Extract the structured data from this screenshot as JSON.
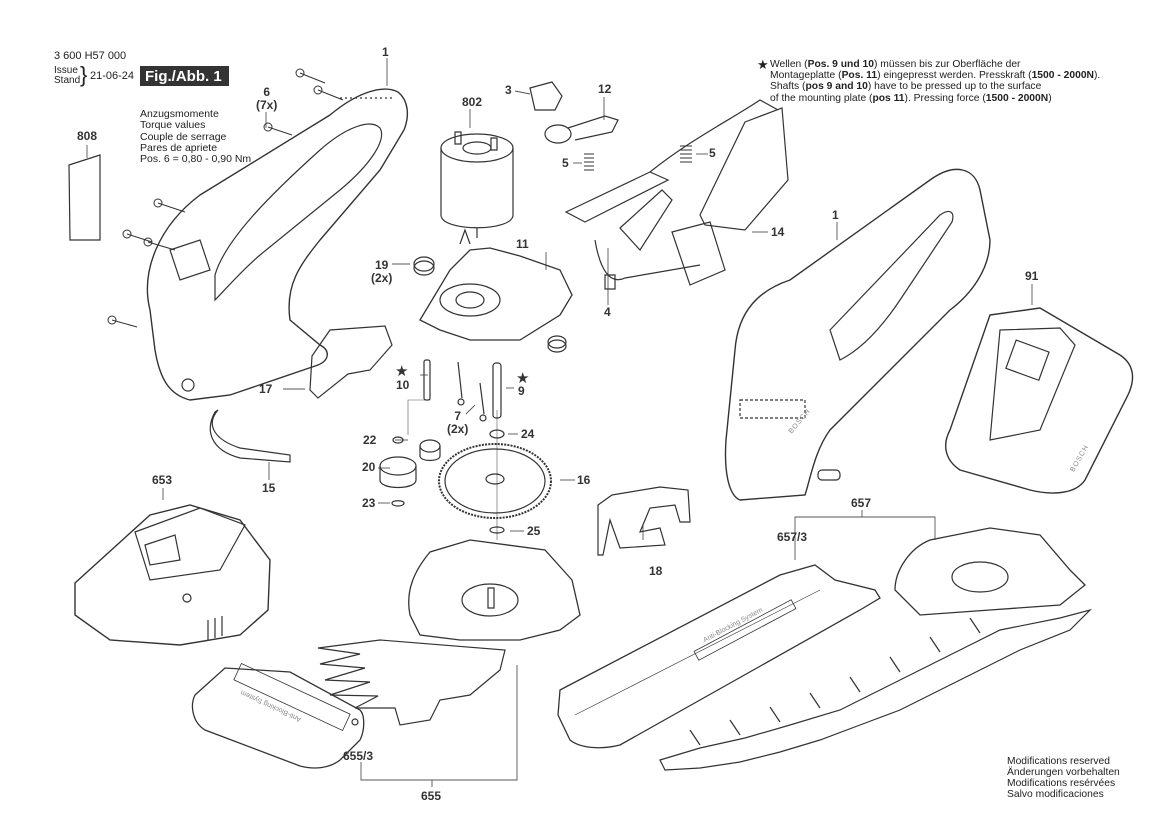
{
  "header": {
    "document_number": "3 600 H57 000",
    "issue_label_en": "Issue",
    "issue_label_de": "Stand",
    "issue_date": "21-06-24",
    "figure_label": "Fig./Abb. 1"
  },
  "torque": {
    "lines": [
      "Anzugsmomente",
      "Torque values",
      "Couple de serrage",
      "Pares de apriete",
      "Pos. 6   = 0,80 - 0,90 Nm"
    ]
  },
  "note": {
    "star_symbol": "★",
    "lines": [
      "Wellen (Pos. 9 und 10) müssen bis zur Oberfläche der",
      "Montageplatte (Pos. 11) eingepresst werden. Presskraft (1500 - 2000N).",
      "Shafts (pos 9 and 10) have to be pressed up to the surface",
      "of the mounting plate (pos 11). Pressing force (1500 - 2000N)"
    ]
  },
  "footer": {
    "lines": [
      "Modifications reserved",
      "Änderungen vorbehalten",
      "Modifications resérvées",
      "Salvo modificaciones"
    ]
  },
  "parts": [
    {
      "id": "p1a",
      "number": "1",
      "qty": ""
    },
    {
      "id": "p1b",
      "number": "1",
      "qty": ""
    },
    {
      "id": "p3",
      "number": "3",
      "qty": ""
    },
    {
      "id": "p4",
      "number": "4",
      "qty": ""
    },
    {
      "id": "p5a",
      "number": "5",
      "qty": ""
    },
    {
      "id": "p5b",
      "number": "5",
      "qty": ""
    },
    {
      "id": "p6",
      "number": "6",
      "qty": "(7x)"
    },
    {
      "id": "p7",
      "number": "7",
      "qty": "(2x)"
    },
    {
      "id": "p9",
      "number": "9",
      "qty": "",
      "starred": true
    },
    {
      "id": "p10",
      "number": "10",
      "qty": "",
      "starred": true
    },
    {
      "id": "p11",
      "number": "11",
      "qty": ""
    },
    {
      "id": "p12",
      "number": "12",
      "qty": ""
    },
    {
      "id": "p14",
      "number": "14",
      "qty": ""
    },
    {
      "id": "p15",
      "number": "15",
      "qty": ""
    },
    {
      "id": "p16",
      "number": "16",
      "qty": ""
    },
    {
      "id": "p17",
      "number": "17",
      "qty": ""
    },
    {
      "id": "p18",
      "number": "18",
      "qty": ""
    },
    {
      "id": "p19",
      "number": "19",
      "qty": "(2x)"
    },
    {
      "id": "p20",
      "number": "20",
      "qty": ""
    },
    {
      "id": "p22",
      "number": "22",
      "qty": ""
    },
    {
      "id": "p23",
      "number": "23",
      "qty": ""
    },
    {
      "id": "p24",
      "number": "24",
      "qty": ""
    },
    {
      "id": "p25",
      "number": "25",
      "qty": ""
    },
    {
      "id": "p91",
      "number": "91",
      "qty": ""
    },
    {
      "id": "p653",
      "number": "653",
      "qty": ""
    },
    {
      "id": "p655",
      "number": "655",
      "qty": ""
    },
    {
      "id": "p655_3",
      "number": "655/3",
      "qty": ""
    },
    {
      "id": "p657",
      "number": "657",
      "qty": ""
    },
    {
      "id": "p657_3",
      "number": "657/3",
      "qty": ""
    },
    {
      "id": "p802",
      "number": "802",
      "qty": ""
    },
    {
      "id": "p808",
      "number": "808",
      "qty": ""
    }
  ],
  "imprints": {
    "brand": "BOSCH",
    "guard_text": "Anti-Blocking System"
  }
}
